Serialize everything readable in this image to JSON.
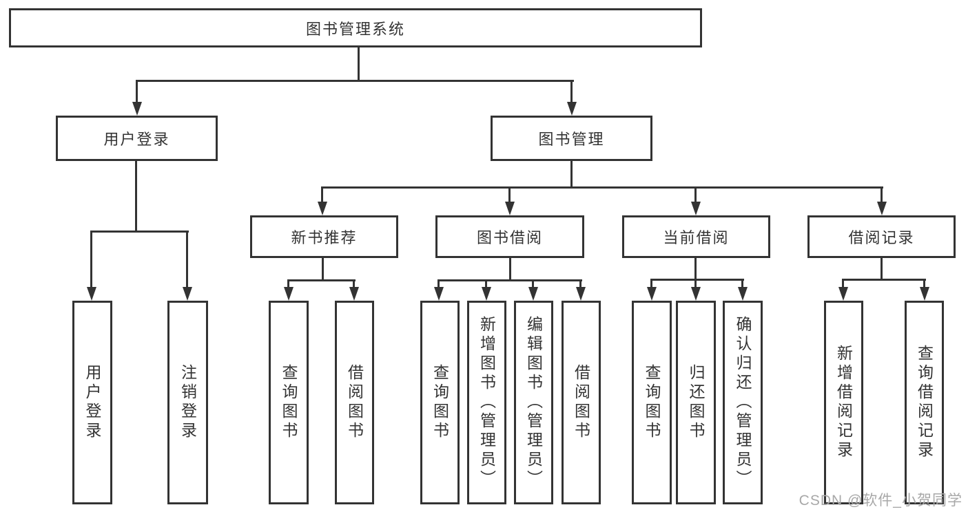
{
  "tree": {
    "label": "图书管理系统",
    "children": [
      {
        "label": "用户登录",
        "children": [
          {
            "label": "用户登录"
          },
          {
            "label": "注销登录"
          }
        ]
      },
      {
        "label": "图书管理",
        "children": [
          {
            "label": "新书推荐",
            "children": [
              {
                "label": "查询图书"
              },
              {
                "label": "借阅图书"
              }
            ]
          },
          {
            "label": "图书借阅",
            "children": [
              {
                "label": "查询图书"
              },
              {
                "label": "新增图书（管理员）"
              },
              {
                "label": "编辑图书（管理员）"
              },
              {
                "label": "借阅图书"
              }
            ]
          },
          {
            "label": "当前借阅",
            "children": [
              {
                "label": "查询图书"
              },
              {
                "label": "归还图书"
              },
              {
                "label": "确认归还（管理员）"
              }
            ]
          },
          {
            "label": "借阅记录",
            "children": [
              {
                "label": "新增借阅记录"
              },
              {
                "label": "查询借阅记录"
              }
            ]
          }
        ]
      }
    ]
  },
  "watermark": "CSDN @软件_小贺同学",
  "colors": {
    "line_and_border": "#333333",
    "background": "#ffffff",
    "watermark": "#a8a8a8"
  }
}
